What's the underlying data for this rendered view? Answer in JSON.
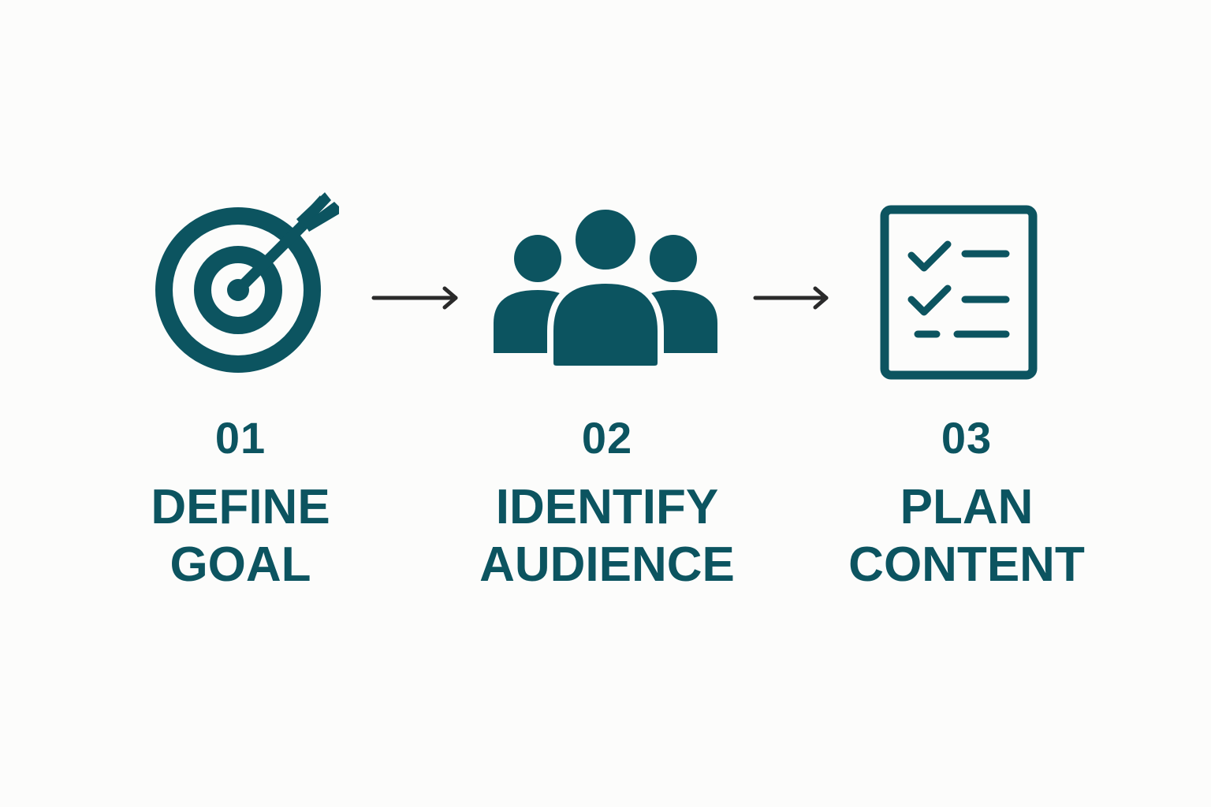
{
  "colors": {
    "accent": "#0c5460",
    "arrow": "#2a2a2a",
    "background": "#fcfcfb"
  },
  "steps": [
    {
      "number": "01",
      "lines": [
        "DEFINE",
        "GOAL"
      ],
      "icon": "target-arrow-icon"
    },
    {
      "number": "02",
      "lines": [
        "IDENTIFY",
        "AUDIENCE"
      ],
      "icon": "people-group-icon"
    },
    {
      "number": "03",
      "lines": [
        "PLAN",
        "CONTENT"
      ],
      "icon": "checklist-icon"
    }
  ],
  "connectors": [
    {
      "icon": "arrow-right-icon"
    },
    {
      "icon": "arrow-right-icon"
    }
  ]
}
